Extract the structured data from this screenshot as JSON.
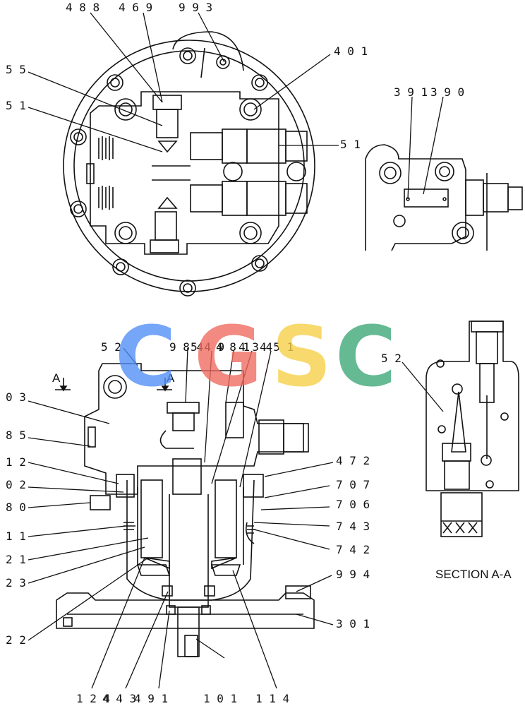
{
  "labels": {
    "p488": "4 8 8",
    "p469": "4 6 9",
    "p993": "9 9 3",
    "p401": "4 0 1",
    "p55": "5 5",
    "p51a": "5 1",
    "p51b": "5 1",
    "p391": "3 9 1",
    "p390": "3 9 0",
    "p52a": "5 2",
    "p984": "9 8 4",
    "p549": "5 4 9",
    "p481": "4 8 1",
    "p434": "4 3 4",
    "p451": "4 5 1",
    "p52b": "5 2",
    "p03": "0 3",
    "p85": "8 5",
    "p12": "1 2",
    "p02": "0 2",
    "p80": "8 0",
    "p11": "1 1",
    "p21": "2 1",
    "p23": "2 3",
    "p22": "2 2",
    "p472": "4 7 2",
    "p707": "7 0 7",
    "p706": "7 0 6",
    "p743": "7 4 3",
    "p742": "7 4 2",
    "p994": "9 9 4",
    "p301": "3 0 1",
    "p124": "1 2 4",
    "p443": "4 4 3",
    "p491": "4 9 1",
    "p101": "1 0 1",
    "p114": "1 1 4",
    "sectionA_left": "A",
    "sectionA_right": "A",
    "section_title": "SECTION  A-A"
  },
  "watermark": {
    "letters": [
      "C",
      "G",
      "S",
      "C"
    ],
    "colors": [
      "#4f8ef7",
      "#ef6a5e",
      "#f7cf45",
      "#3aa775"
    ]
  }
}
